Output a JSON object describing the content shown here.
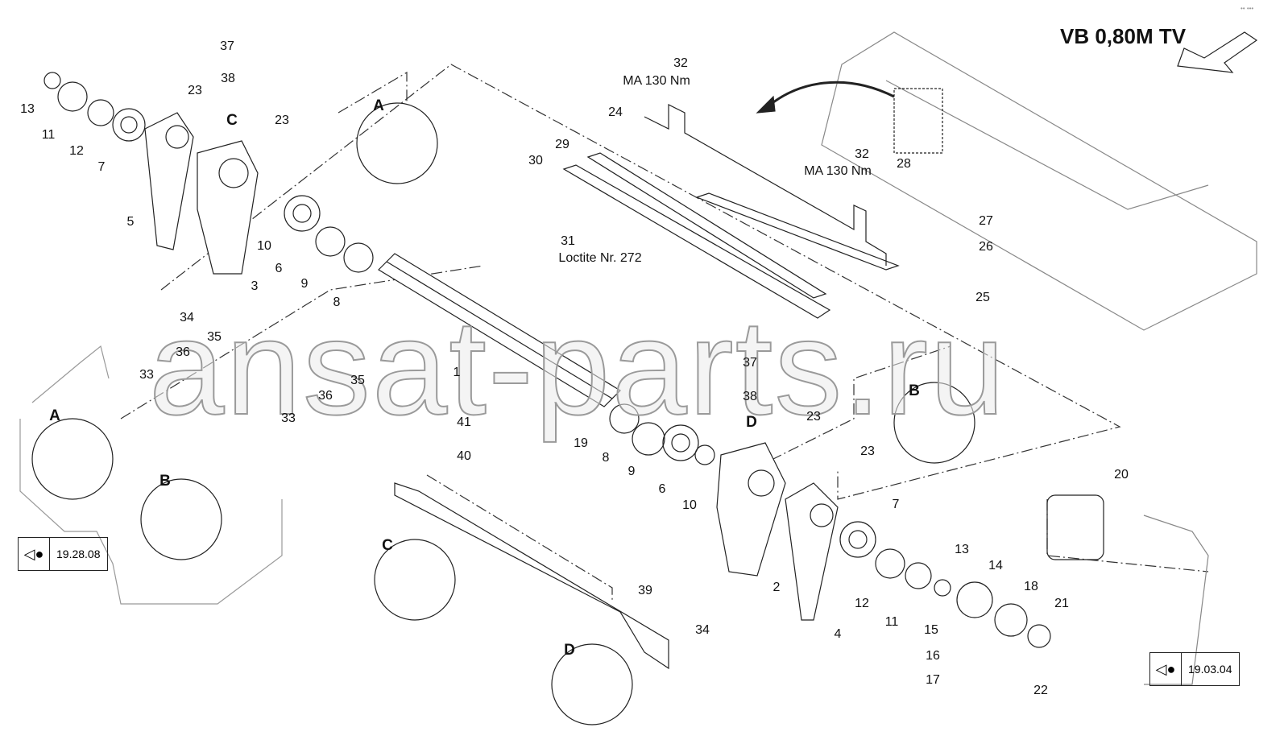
{
  "title": "VB 0,80M TV",
  "corner_mark": "•• •••",
  "watermark": "ansat-parts.ru",
  "references": [
    {
      "label": "19.28.08",
      "icon": "eye-icon"
    },
    {
      "label": "19.03.04",
      "icon": "eye-icon"
    }
  ],
  "callouts": [
    "37",
    "38",
    "13",
    "11",
    "12",
    "7",
    "23",
    "C",
    "23",
    "A",
    "5",
    "10",
    "6",
    "9",
    "8",
    "3",
    "34",
    "32",
    "MA 130 Nm",
    "24",
    "29",
    "30",
    "31",
    "Loctite Nr. 272",
    "32",
    "MA 130 Nm",
    "28",
    "27",
    "26",
    "25",
    "1",
    "35",
    "36",
    "33",
    "35",
    "36",
    "33",
    "A",
    "B",
    "41",
    "40",
    "19",
    "8",
    "9",
    "6",
    "10",
    "37",
    "38",
    "D",
    "23",
    "B",
    "23",
    "7",
    "20",
    "13",
    "14",
    "18",
    "21",
    "2",
    "12",
    "11",
    "4",
    "34",
    "39",
    "C",
    "D",
    "15",
    "16",
    "17",
    "22"
  ]
}
